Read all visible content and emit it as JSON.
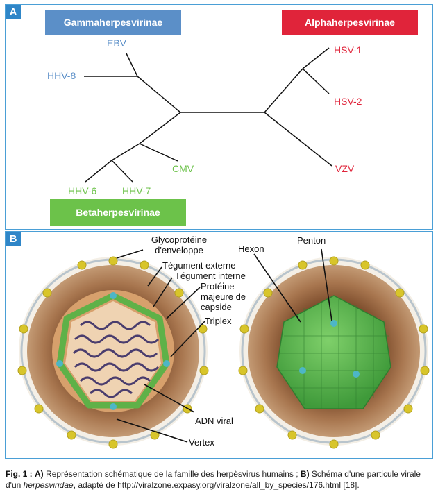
{
  "panel_a": {
    "tag": "A",
    "groups": {
      "gamma": "Gammaherpesvirinae",
      "alpha": "Alphaherpesvirinae",
      "beta": "Betaherpesvirinae"
    },
    "leaves": {
      "ebv": "EBV",
      "hhv8": "HHV-8",
      "hsv1": "HSV-1",
      "hsv2": "HSV-2",
      "vzv": "VZV",
      "cmv": "CMV",
      "hhv6": "HHV-6",
      "hhv7": "HHV-7"
    },
    "colors": {
      "gamma": "#5b8fc8",
      "alpha": "#e0243a",
      "beta": "#6cc24a",
      "border": "#4a9fd6"
    }
  },
  "panel_b": {
    "tag": "B",
    "labels": {
      "glyco1": "Glycoprotéine",
      "glyco2": "d'enveloppe",
      "teg_ext": "Tégument externe",
      "teg_int": "Tégument interne",
      "prot1": "Protéine",
      "prot2": "majeure de",
      "prot3": "capside",
      "triplex": "Triplex",
      "adn": "ADN viral",
      "vertex": "Vertex",
      "hexon": "Hexon",
      "penton": "Penton"
    }
  },
  "caption": {
    "fig": "Fig. 1 :",
    "a_tag": "A)",
    "a_text": "Représentation schématique de la famille des herpèsvirus humains ;",
    "b_tag": "B)",
    "b_text1": "Schéma d'une particule virale d'un",
    "b_italic": "herpesviridae",
    "b_text2": ", adapté de http://viralzone.expasy.org/viralzone/all_by_species/176.html [18]."
  }
}
